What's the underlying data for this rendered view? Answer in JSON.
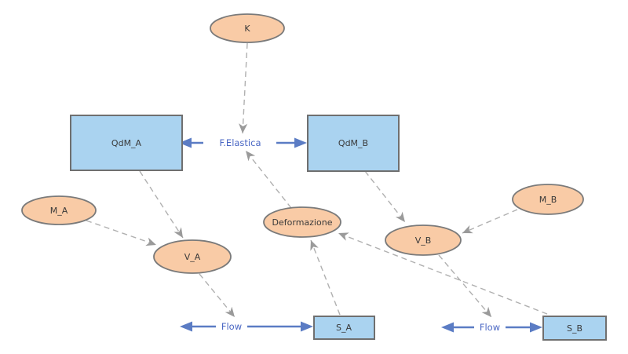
{
  "colors": {
    "background": "#ffffff",
    "ellipse_fill": "#f9cba6",
    "rect_fill": "#aad3f0",
    "shape_stroke": "#7a7a7a",
    "dashed_edge": "#b0b0b0",
    "arrow_blue": "#5b7cc4",
    "edge_label_text": "#4a67c4",
    "node_label_text": "#3a3a3a"
  },
  "nodes": {
    "k": {
      "label": "K",
      "type": "ellipse"
    },
    "qdm_a": {
      "label": "QdM_A",
      "type": "rect"
    },
    "qdm_b": {
      "label": "QdM_B",
      "type": "rect"
    },
    "m_a": {
      "label": "M_A",
      "type": "ellipse"
    },
    "v_a": {
      "label": "V_A",
      "type": "ellipse"
    },
    "deformazione": {
      "label": "Deformazione",
      "type": "ellipse"
    },
    "v_b": {
      "label": "V_B",
      "type": "ellipse"
    },
    "m_b": {
      "label": "M_B",
      "type": "ellipse"
    },
    "s_a": {
      "label": "S_A",
      "type": "rect"
    },
    "s_b": {
      "label": "S_B",
      "type": "rect"
    }
  },
  "edge_labels": {
    "f_elastica": "F.Elastica",
    "flow_a": "Flow",
    "flow_b": "Flow"
  },
  "edges": [
    {
      "from": "K",
      "to": "F.Elastica",
      "style": "dashed-arrow"
    },
    {
      "from": "Deformazione",
      "to": "F.Elastica",
      "style": "dashed-arrow"
    },
    {
      "from": "QdM_A",
      "to": "V_A",
      "style": "dashed-arrow"
    },
    {
      "from": "M_A",
      "to": "V_A",
      "style": "dashed-arrow"
    },
    {
      "from": "QdM_B",
      "to": "V_B",
      "style": "dashed-arrow"
    },
    {
      "from": "M_B",
      "to": "V_B",
      "style": "dashed-arrow"
    },
    {
      "from": "V_A",
      "to": "Flow (A)",
      "style": "dashed-arrow"
    },
    {
      "from": "V_B",
      "to": "Flow (B)",
      "style": "dashed-arrow"
    },
    {
      "from": "S_A",
      "to": "Deformazione",
      "style": "dashed-arrow"
    },
    {
      "from": "S_B",
      "to": "Deformazione",
      "style": "dashed-arrow"
    },
    {
      "from": "QdM_A",
      "to": "QdM_B",
      "style": "blue-double-arrow",
      "label": "F.Elastica"
    },
    {
      "from": "",
      "to": "S_A",
      "style": "blue-double-arrow",
      "label": "Flow"
    },
    {
      "from": "",
      "to": "S_B",
      "style": "blue-double-arrow",
      "label": "Flow"
    }
  ]
}
